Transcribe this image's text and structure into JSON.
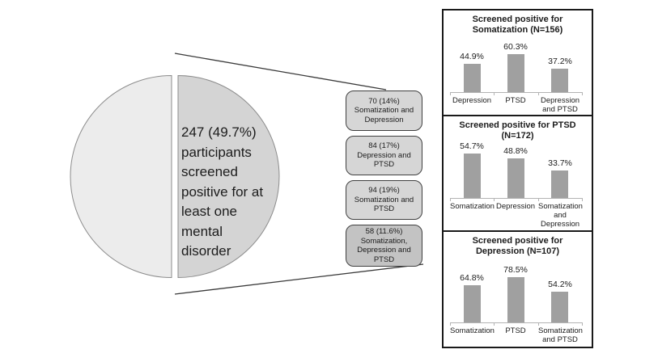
{
  "pie": {
    "label_lines": [
      "247 (49.7%)",
      "participants",
      "screened",
      "positive for at",
      "least one",
      "mental",
      "disorder"
    ],
    "left_fill": "#ececec",
    "right_fill": "#d4d4d4",
    "stroke": "#8c8c8c"
  },
  "connector_color": "#3a3a3a",
  "combo_boxes": [
    {
      "lines": [
        "70 (14%)",
        "Somatization and",
        "Depression"
      ],
      "fill": "#d6d6d6"
    },
    {
      "lines": [
        "84 (17%)",
        "Depression and",
        "PTSD"
      ],
      "fill": "#d6d6d6"
    },
    {
      "lines": [
        "94 (19%)",
        "Somatization and",
        "PTSD"
      ],
      "fill": "#d6d6d6"
    },
    {
      "lines": [
        "58 (11.6%)",
        "Somatization,",
        "Depression and",
        "PTSD"
      ],
      "fill": "#c3c3c3"
    }
  ],
  "chart_data": [
    {
      "type": "bar",
      "title": "Screened positive for\nSomatization (N=156)",
      "categories": [
        "Depression",
        "PTSD",
        "Depression\nand PTSD"
      ],
      "values": [
        44.9,
        60.3,
        37.2
      ],
      "data_labels": [
        "44.9%",
        "60.3%",
        "37.2%"
      ],
      "xlabel": "",
      "ylabel": "",
      "ylim": [
        0,
        100
      ],
      "bar_color": "#a0a0a0",
      "grid": false,
      "legend": false
    },
    {
      "type": "bar",
      "title": "Screened positive for PTSD\n(N=172)",
      "categories": [
        "Somatization",
        "Depression",
        "Somatization\nand\nDepression"
      ],
      "values": [
        54.7,
        48.8,
        33.7
      ],
      "data_labels": [
        "54.7%",
        "48.8%",
        "33.7%"
      ],
      "xlabel": "",
      "ylabel": "",
      "ylim": [
        0,
        100
      ],
      "bar_color": "#a0a0a0",
      "grid": false,
      "legend": false
    },
    {
      "type": "bar",
      "title": "Screened positive for\nDepression (N=107)",
      "categories": [
        "Somatization",
        "PTSD",
        "Somatization\nand PTSD"
      ],
      "values": [
        64.8,
        78.5,
        54.2
      ],
      "data_labels": [
        "64.8%",
        "78.5%",
        "54.2%"
      ],
      "xlabel": "",
      "ylabel": "",
      "ylim": [
        0,
        100
      ],
      "bar_color": "#a0a0a0",
      "grid": false,
      "legend": false
    }
  ]
}
